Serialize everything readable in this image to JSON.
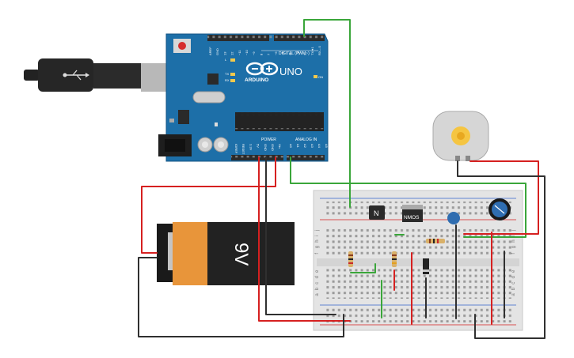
{
  "arduino": {
    "brand": "ARDUINO",
    "model": "UNO",
    "digital_header_label": "DIGITAL (PWM~)",
    "power_header_label": "POWER",
    "analog_header_label": "ANALOG IN",
    "led_labels": [
      "L",
      "TX",
      "RX"
    ],
    "on_label": "ON",
    "digital_pin_labels": [
      "AREF",
      "GND",
      "13",
      "12",
      "~11",
      "~10",
      "~9",
      "8",
      "7",
      "~6",
      "~5",
      "4",
      "~3",
      "2",
      "TX➜1",
      "RX←0"
    ],
    "power_pin_labels": [
      "IOREF",
      "RESET",
      "3.3V",
      "5V",
      "GND",
      "GND",
      "Vin"
    ],
    "analog_pin_labels": [
      "A0",
      "A1",
      "A2",
      "A3",
      "A4",
      "A5"
    ]
  },
  "battery": {
    "label": "9V"
  },
  "transistor": {
    "label": "N"
  },
  "mosfet": {
    "label": "NMOS"
  },
  "breadboard": {
    "row_letters_top": [
      "j",
      "i",
      "h",
      "g",
      "f"
    ],
    "row_letters_bottom": [
      "e",
      "d",
      "c",
      "b",
      "a"
    ]
  },
  "colors": {
    "board": "#1d6fa8",
    "wire_red": "#d62020",
    "wire_black": "#303030",
    "wire_green": "#3aa63a",
    "battery_orange": "#e8953a",
    "breadboard": "#e4e4e4"
  }
}
